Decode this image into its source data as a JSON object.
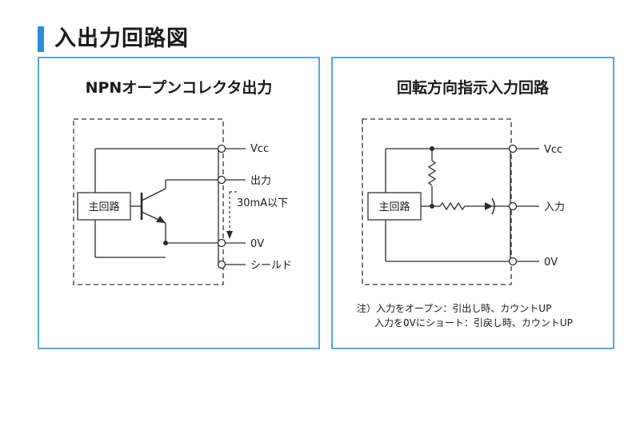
{
  "page": {
    "title": "入出力回路図"
  },
  "left_panel": {
    "title": "NPNオープンコレクタ出力",
    "block_label": "主回路",
    "terminals": [
      "Vcc",
      "出力",
      "0V",
      "シールド"
    ],
    "current_note": "30mA以下"
  },
  "right_panel": {
    "title": "回転方向指示入力回路",
    "block_label": "主回路",
    "terminals": [
      "Vcc",
      "入力",
      "0V"
    ],
    "notes": [
      "注）入力をオープン：引出し時、カウントUP",
      "入力を0Vにショート：引戻し時、カウントUP"
    ]
  },
  "colors": {
    "accent": "#2a8fd6",
    "panel_border": "#58a7e0",
    "line": "#2b2b2b"
  }
}
